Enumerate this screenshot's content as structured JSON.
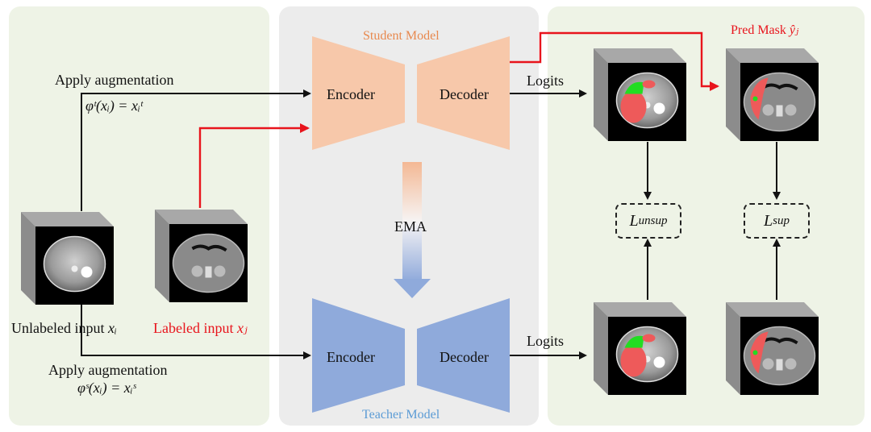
{
  "panels": {
    "left": {
      "name": "input-panel"
    },
    "middle": {
      "name": "model-panel"
    },
    "right": {
      "name": "output-panel"
    }
  },
  "inputs": {
    "top_aug_title": "Apply augmentation",
    "top_aug_formula": "φᵗ(xᵢ) = xᵢᵗ",
    "bottom_aug_title": "Apply augmentation",
    "bottom_aug_formula": "φˢ(xᵢ) = xᵢˢ",
    "unlabeled_label": "Unlabeled input",
    "unlabeled_var": "xᵢ",
    "labeled_label": "Labeled input",
    "labeled_var": "xⱼ"
  },
  "student": {
    "title": "Student Model",
    "encoder": "Encoder",
    "decoder": "Decoder"
  },
  "teacher": {
    "title": "Teacher Model",
    "encoder": "Encoder",
    "decoder": "Decoder"
  },
  "ema_label": "EMA",
  "outputs": {
    "student_logits": "Logits",
    "teacher_logits": "Logits",
    "pred_mask_label": "Pred Mask",
    "pred_mask_var": "ŷⱼ",
    "loss_unsup": {
      "base": "L",
      "sub": "unsup"
    },
    "loss_sup": {
      "base": "L",
      "sub": "sup"
    }
  },
  "colors": {
    "panel_green": "#eef3e6",
    "panel_gray": "#ececec",
    "student": "#f7c8aa",
    "student_title": "#e8894e",
    "teacher": "#8faadb",
    "teacher_title": "#5b9bd5",
    "labeled_path": "#e8141c",
    "mask_red": "#ee5a5a",
    "mask_green": "#22dd22"
  }
}
